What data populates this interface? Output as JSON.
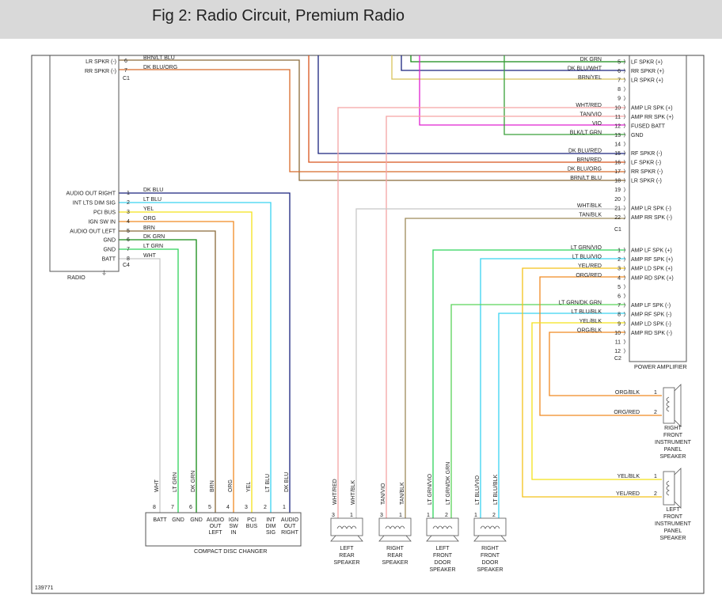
{
  "header": {
    "title": "Fig 2: Radio Circuit, Premium Radio"
  },
  "figure_id": "139771",
  "colors": {
    "blue": "#1a237e",
    "ltblue": "#3ad3f0",
    "yellow": "#f4e21a",
    "orange": "#f08a23",
    "brown": "#8a6a3a",
    "dkgreen": "#148a14",
    "ltgreen": "#2fd35a",
    "white": "#c8c8c8",
    "dkgrn": "#3aa03a",
    "pink": "#f5a3a3",
    "magenta": "#e020d0",
    "red": "#d8551c",
    "tan": "#9e8a5a",
    "olive": "#d8c25a",
    "ltgrn_blk": "#5ad35a"
  },
  "radio": {
    "label": "RADIO",
    "top_pins": [
      {
        "num": "6",
        "name": "LR SPKR (-)",
        "wire": "BRN/LT BLU"
      },
      {
        "num": "7",
        "name": "RR SPKR (-)",
        "wire": "DK BLU/ORG"
      }
    ],
    "top_connector": "C1",
    "c4_pins": [
      {
        "num": "1",
        "name": "AUDIO OUT RIGHT",
        "wire": "DK BLU"
      },
      {
        "num": "2",
        "name": "INT LTS DIM SIG",
        "wire": "LT BLU"
      },
      {
        "num": "3",
        "name": "PCI BUS",
        "wire": "YEL"
      },
      {
        "num": "4",
        "name": "IGN SW IN",
        "wire": "ORG"
      },
      {
        "num": "5",
        "name": "AUDIO OUT LEFT",
        "wire": "BRN"
      },
      {
        "num": "6",
        "name": "GND",
        "wire": "DK GRN"
      },
      {
        "num": "7",
        "name": "GND",
        "wire": "LT GRN"
      },
      {
        "num": "8",
        "name": "BATT",
        "wire": "WHT"
      }
    ],
    "c4_connector": "C4"
  },
  "amp": {
    "label": "POWER AMPLIFIER",
    "c1_connector": "C1",
    "c2_connector": "C2",
    "c1_pins": [
      {
        "num": "5",
        "name": "LF SPKR (+)",
        "wire": "DK GRN"
      },
      {
        "num": "6",
        "name": "RR SPKR (+)",
        "wire": "DK BLU/WHT"
      },
      {
        "num": "7",
        "name": "LR SPKR (+)",
        "wire": "BRN/YEL"
      },
      {
        "num": "8",
        "name": "",
        "wire": ""
      },
      {
        "num": "9",
        "name": "",
        "wire": ""
      },
      {
        "num": "10",
        "name": "AMP LR SPK (+)",
        "wire": "WHT/RED"
      },
      {
        "num": "11",
        "name": "AMP RR SPK (+)",
        "wire": "TAN/VIO"
      },
      {
        "num": "12",
        "name": "FUSED BATT",
        "wire": "VIO"
      },
      {
        "num": "13",
        "name": "GND",
        "wire": "BLK/LT GRN"
      },
      {
        "num": "14",
        "name": "",
        "wire": ""
      },
      {
        "num": "15",
        "name": "RF SPKR (-)",
        "wire": "DK BLU/RED"
      },
      {
        "num": "16",
        "name": "LF SPKR (-)",
        "wire": "BRN/RED"
      },
      {
        "num": "17",
        "name": "RR SPKR (-)",
        "wire": "DK BLU/ORG"
      },
      {
        "num": "18",
        "name": "LR SPKR (-)",
        "wire": "BRN/LT BLU"
      },
      {
        "num": "19",
        "name": "",
        "wire": ""
      },
      {
        "num": "20",
        "name": "",
        "wire": ""
      },
      {
        "num": "21",
        "name": "AMP LR SPK (-)",
        "wire": "WHT/BLK"
      },
      {
        "num": "22",
        "name": "AMP RR SPK (-)",
        "wire": "TAN/BLK"
      }
    ],
    "c2_pins": [
      {
        "num": "1",
        "name": "AMP LF SPK (+)",
        "wire": "LT GRN/VIO"
      },
      {
        "num": "2",
        "name": "AMP RF SPK (+)",
        "wire": "LT BLU/VIO"
      },
      {
        "num": "3",
        "name": "AMP LD SPK (+)",
        "wire": "YEL/RED"
      },
      {
        "num": "4",
        "name": "AMP RD SPK (+)",
        "wire": "ORG/RED"
      },
      {
        "num": "5",
        "name": "",
        "wire": ""
      },
      {
        "num": "6",
        "name": "",
        "wire": ""
      },
      {
        "num": "7",
        "name": "AMP LF SPK (-)",
        "wire": "LT GRN/DK GRN"
      },
      {
        "num": "8",
        "name": "AMP RF SPK (-)",
        "wire": "LT BLU/BLK"
      },
      {
        "num": "9",
        "name": "AMP LD SPK (-)",
        "wire": "YEL/BLK"
      },
      {
        "num": "10",
        "name": "AMP RD SPK (-)",
        "wire": "ORG/BLK"
      },
      {
        "num": "11",
        "name": "",
        "wire": ""
      },
      {
        "num": "12",
        "name": "",
        "wire": ""
      }
    ]
  },
  "cd_changer": {
    "label": "COMPACT DISC CHANGER",
    "pins": [
      {
        "num": "8",
        "name": "BATT",
        "wire": "WHT"
      },
      {
        "num": "7",
        "name": "GND",
        "wire": "LT GRN"
      },
      {
        "num": "6",
        "name": "GND",
        "wire": "DK GRN"
      },
      {
        "num": "5",
        "name": "AUDIO OUT LEFT",
        "wire": "BRN"
      },
      {
        "num": "4",
        "name": "IGN SW IN",
        "wire": "ORG"
      },
      {
        "num": "3",
        "name": "PCI BUS",
        "wire": "YEL"
      },
      {
        "num": "2",
        "name": "INT DIM SIG",
        "wire": "LT BLU"
      },
      {
        "num": "1",
        "name": "AUDIO OUT RIGHT",
        "wire": "DK BLU"
      }
    ]
  },
  "speakers": [
    {
      "label": "LEFT REAR SPEAKER",
      "pins": [
        "3",
        "1"
      ],
      "wires": [
        "WHT/RED",
        "WHT/BLK"
      ]
    },
    {
      "label": "RIGHT REAR SPEAKER",
      "pins": [
        "3",
        "1"
      ],
      "wires": [
        "TAN/VIO",
        "TAN/BLK"
      ]
    },
    {
      "label": "LEFT FRONT DOOR SPEAKER",
      "pins": [
        "1",
        "2"
      ],
      "wires": [
        "LT GRN/VIO",
        "LT GRN/DK GRN"
      ]
    },
    {
      "label": "RIGHT FRONT DOOR SPEAKER",
      "pins": [
        "1",
        "2"
      ],
      "wires": [
        "LT BLU/VIO",
        "LT BLU/BLK"
      ]
    }
  ],
  "panel_speakers": [
    {
      "label": "RIGHT FRONT INSTRUMENT PANEL SPEAKER",
      "pins": [
        "1",
        "2"
      ],
      "wires": [
        "ORG/BLK",
        "ORG/RED"
      ]
    },
    {
      "label": "LEFT FRONT INSTRUMENT PANEL SPEAKER",
      "pins": [
        "1",
        "2"
      ],
      "wires": [
        "YEL/BLK",
        "YEL/RED"
      ]
    }
  ]
}
